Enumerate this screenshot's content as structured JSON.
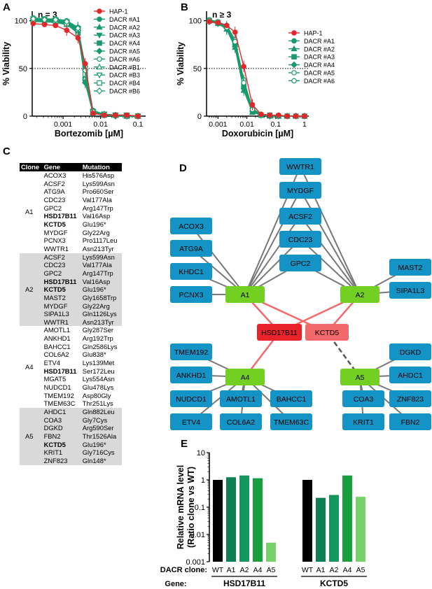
{
  "panels": {
    "a": "A",
    "b": "B",
    "c": "C",
    "d": "D",
    "e": "E"
  },
  "colors": {
    "red": "#e4262a",
    "green": "#1a9a6c",
    "node_blue": "#1493c7",
    "node_green": "#73cf21",
    "node_red_dark": "#e8242a",
    "node_red_light": "#f2696b"
  },
  "chart_data": [
    {
      "type": "line",
      "panel": "A",
      "annotation": "n = 3",
      "xlabel": "Bortezomib [µM]",
      "ylabel": "% Viability",
      "xscale": "log",
      "xlim": [
        0.00015,
        0.16
      ],
      "ylim": [
        0,
        110
      ],
      "xticks": [
        0.001,
        0.01,
        0.1
      ],
      "xtick_labels": [
        "0.001",
        "0.01",
        "0.1"
      ],
      "yticks": [
        0,
        50,
        100
      ],
      "reference_line_y": 50,
      "legend": [
        "HAP-1",
        "DACR #A1",
        "DACR #A2",
        "DACR #A3",
        "DACR #A4",
        "DACR #A5",
        "DACR #A6",
        "DACR #B1",
        "DACR #B3",
        "DACR #B4",
        "DACR #B6"
      ],
      "x": [
        0.00016,
        0.00032,
        0.00063,
        0.00125,
        0.0025,
        0.0039,
        0.0063,
        0.0125,
        0.025,
        0.05,
        0.1
      ],
      "series": [
        {
          "name": "HAP-1",
          "values": [
            97,
            96,
            95,
            90,
            82,
            55,
            3,
            1,
            1,
            1,
            0
          ]
        },
        {
          "name": "DACR #A1",
          "values": [
            100,
            100,
            99,
            96,
            88,
            45,
            5,
            2,
            1,
            1,
            0
          ]
        },
        {
          "name": "DACR #A2",
          "values": [
            101,
            101,
            100,
            98,
            90,
            42,
            4,
            2,
            1,
            0,
            0
          ]
        },
        {
          "name": "DACR #A3",
          "values": [
            102,
            102,
            101,
            99,
            91,
            50,
            5,
            2,
            1,
            1,
            0
          ]
        },
        {
          "name": "DACR #A4",
          "values": [
            100,
            101,
            100,
            97,
            89,
            38,
            3,
            1,
            1,
            0,
            0
          ]
        },
        {
          "name": "DACR #A5",
          "values": [
            101,
            100,
            99,
            97,
            90,
            35,
            3,
            1,
            0,
            0,
            0
          ]
        },
        {
          "name": "DACR #A6",
          "values": [
            103,
            102,
            102,
            100,
            93,
            52,
            6,
            2,
            1,
            1,
            0
          ]
        },
        {
          "name": "DACR #B1",
          "values": [
            99,
            99,
            98,
            96,
            87,
            40,
            4,
            1,
            1,
            0,
            0
          ]
        },
        {
          "name": "DACR #B3",
          "values": [
            100,
            100,
            100,
            98,
            92,
            47,
            4,
            2,
            1,
            0,
            0
          ]
        },
        {
          "name": "DACR #B4",
          "values": [
            101,
            101,
            100,
            97,
            91,
            44,
            5,
            2,
            1,
            1,
            0
          ]
        },
        {
          "name": "DACR #B6",
          "values": [
            102,
            101,
            101,
            99,
            92,
            48,
            5,
            2,
            1,
            0,
            0
          ]
        }
      ]
    },
    {
      "type": "line",
      "panel": "B",
      "annotation": "n ≥ 3",
      "xlabel": "Doxorubicin [µM]",
      "ylabel": "% Viability",
      "xscale": "log",
      "xlim": [
        0.0004,
        1.4
      ],
      "ylim": [
        0,
        110
      ],
      "xticks": [
        0.001,
        0.01,
        0.1,
        1
      ],
      "xtick_labels": [
        "0.001",
        "0.01",
        "0.1",
        "1"
      ],
      "yticks": [
        0,
        50,
        100
      ],
      "reference_line_y": 50,
      "legend": [
        "HAP-1",
        "DACR #A1",
        "DACR #A2",
        "DACR #A3",
        "DACR #A4",
        "DACR #A5",
        "DACR #A6"
      ],
      "x": [
        0.0005,
        0.001,
        0.002,
        0.0039,
        0.0078,
        0.0156,
        0.031,
        0.0625,
        0.125,
        0.25,
        0.5,
        1
      ],
      "series": [
        {
          "name": "HAP-1",
          "values": [
            99,
            98,
            95,
            88,
            52,
            12,
            2,
            1,
            1,
            0,
            0,
            0
          ]
        },
        {
          "name": "DACR #A1",
          "values": [
            101,
            98,
            93,
            75,
            30,
            5,
            1,
            1,
            0,
            0,
            0,
            0
          ]
        },
        {
          "name": "DACR #A2",
          "values": [
            100,
            97,
            91,
            72,
            27,
            4,
            1,
            0,
            0,
            0,
            0,
            0
          ]
        },
        {
          "name": "DACR #A3",
          "values": [
            100,
            98,
            94,
            77,
            33,
            6,
            1,
            1,
            0,
            0,
            0,
            0
          ]
        },
        {
          "name": "DACR #A4",
          "values": [
            99,
            97,
            92,
            73,
            29,
            5,
            1,
            0,
            0,
            0,
            0,
            0
          ]
        },
        {
          "name": "DACR #A5",
          "values": [
            101,
            99,
            95,
            80,
            38,
            8,
            2,
            1,
            0,
            0,
            0,
            0
          ]
        },
        {
          "name": "DACR #A6",
          "values": [
            100,
            98,
            93,
            78,
            35,
            7,
            1,
            1,
            0,
            0,
            0,
            0
          ]
        }
      ]
    },
    {
      "type": "bar",
      "panel": "E",
      "ylabel": "Relative mRNA level (Ratio clone vs WT)",
      "yscale": "log",
      "ylim": [
        0.001,
        10
      ],
      "yticks": [
        0.001,
        0.01,
        0.1,
        1,
        10
      ],
      "ytick_labels": [
        "0.001",
        "0.01",
        "0.1",
        "1",
        "10"
      ],
      "row_labels": {
        "clone": "DACR clone:",
        "gene": "Gene:"
      },
      "groups": [
        {
          "gene": "HSD17B11",
          "categories": [
            "WT",
            "A1",
            "A2",
            "A4",
            "A5"
          ],
          "values": [
            1,
            1.25,
            1.45,
            1.15,
            0.005
          ]
        },
        {
          "gene": "KCTD5",
          "categories": [
            "WT",
            "A1",
            "A2",
            "A4",
            "A5"
          ],
          "values": [
            1,
            0.22,
            0.28,
            1.45,
            0.24
          ]
        }
      ],
      "bar_colors": [
        "#000000",
        "#0d7f55",
        "#15965f",
        "#1a9f3f",
        "#78d068"
      ]
    }
  ],
  "table_c": {
    "headers": [
      "Clone",
      "Gene",
      "Mutation"
    ],
    "rows": [
      {
        "clone": "A1",
        "shade": false,
        "genes": [
          [
            "ACOX3",
            "His576Asp",
            false
          ],
          [
            "ACSF2",
            "Lys599Asn",
            false
          ],
          [
            "ATG9A",
            "Pro660Ser",
            false
          ],
          [
            "CDC23",
            "Val177Ala",
            false
          ],
          [
            "GPC2",
            "Arg147Trp",
            false
          ],
          [
            "HSD17B11",
            "Val16Asp",
            true
          ],
          [
            "KCTD5",
            "Glu196*",
            true
          ],
          [
            "MYDGF",
            "Gly22Arg",
            false
          ],
          [
            "PCNX3",
            "Pro1117Leu",
            false
          ],
          [
            "WWTR1",
            "Asn213Tyr",
            false
          ]
        ]
      },
      {
        "clone": "A2",
        "shade": true,
        "genes": [
          [
            "ACSF2",
            "Lys599Asn",
            false
          ],
          [
            "CDC23",
            "Val177Ala",
            false
          ],
          [
            "GPC2",
            "Arg147Trp",
            false
          ],
          [
            "HSD17B11",
            "Val16Asp",
            true
          ],
          [
            "KCTD5",
            "Glu196*",
            true
          ],
          [
            "MAST2",
            "Gly1658Trp",
            false
          ],
          [
            "MYDGF",
            "Gly22Arg",
            false
          ],
          [
            "SIPA1L3",
            "Gln1126Lys",
            false
          ],
          [
            "WWTR1",
            "Asn213Tyr",
            false
          ]
        ]
      },
      {
        "clone": "A4",
        "shade": false,
        "genes": [
          [
            "AMOTL1",
            "Gly287Ser",
            false
          ],
          [
            "ANKHD1",
            "Arg192Trp",
            false
          ],
          [
            "BAHCC1",
            "Gln2586Lys",
            false
          ],
          [
            "COL6A2",
            "Glu838*",
            false
          ],
          [
            "ETV4",
            "Lys139Met",
            false
          ],
          [
            "HSD17B11",
            "Ser172Leu",
            true
          ],
          [
            "MGAT5",
            "Lys554Asn",
            false
          ],
          [
            "NUDCD1",
            "Glu478Lys",
            false
          ],
          [
            "TMEM192",
            "Asp80Gly",
            false
          ],
          [
            "TMEM63C",
            "Thr251Lys",
            false
          ]
        ]
      },
      {
        "clone": "A5",
        "shade": true,
        "genes": [
          [
            "AHDC1",
            "Gln882Leu",
            false
          ],
          [
            "COA3",
            "Gly7Cys",
            false
          ],
          [
            "DGKD",
            "Arg590Ser",
            false
          ],
          [
            "FBN2",
            "Thr1526Ala",
            false
          ],
          [
            "KCTD5",
            "Glu196*",
            true
          ],
          [
            "KRIT1",
            "Gly716Cys",
            false
          ],
          [
            "ZNF823",
            "Gln148*",
            false
          ]
        ]
      }
    ]
  },
  "network": {
    "nodes": [
      {
        "id": "WWTR1",
        "label": "WWTR1",
        "kind": "gene"
      },
      {
        "id": "MYDGF",
        "label": "MYDGF",
        "kind": "gene"
      },
      {
        "id": "ACSF2",
        "label": "ACSF2",
        "kind": "gene"
      },
      {
        "id": "CDC23",
        "label": "CDC23",
        "kind": "gene"
      },
      {
        "id": "GPC2",
        "label": "GPC2",
        "kind": "gene"
      },
      {
        "id": "ACOX3",
        "label": "ACOX3",
        "kind": "gene"
      },
      {
        "id": "ATG9A",
        "label": "ATG9A",
        "kind": "gene"
      },
      {
        "id": "KHDC1",
        "label": "KHDC1",
        "kind": "gene"
      },
      {
        "id": "PCNX3",
        "label": "PCNX3",
        "kind": "gene"
      },
      {
        "id": "MAST2",
        "label": "MAST2",
        "kind": "gene"
      },
      {
        "id": "SIPA1L3",
        "label": "SIPA1L3",
        "kind": "gene"
      },
      {
        "id": "A1",
        "label": "A1",
        "kind": "clone"
      },
      {
        "id": "A2",
        "label": "A2",
        "kind": "clone"
      },
      {
        "id": "HSD17B11",
        "label": "HSD17B11",
        "kind": "key1"
      },
      {
        "id": "KCTD5",
        "label": "KCTD5",
        "kind": "key2"
      },
      {
        "id": "TMEM192",
        "label": "TMEM192",
        "kind": "gene"
      },
      {
        "id": "ANKHD1",
        "label": "ANKHD1",
        "kind": "gene"
      },
      {
        "id": "A4",
        "label": "A4",
        "kind": "clone"
      },
      {
        "id": "NUDCD1",
        "label": "NUDCD1",
        "kind": "gene"
      },
      {
        "id": "AMOTL1",
        "label": "AMOTL1",
        "kind": "gene"
      },
      {
        "id": "BAHCC1",
        "label": "BAHCC1",
        "kind": "gene"
      },
      {
        "id": "ETV4",
        "label": "ETV4",
        "kind": "gene"
      },
      {
        "id": "COL6A2",
        "label": "COL6A2",
        "kind": "gene"
      },
      {
        "id": "TMEM63C",
        "label": "TMEM63C",
        "kind": "gene"
      },
      {
        "id": "DGKD",
        "label": "DGKD",
        "kind": "gene"
      },
      {
        "id": "A5",
        "label": "A5",
        "kind": "clone"
      },
      {
        "id": "AHDC1",
        "label": "AHDC1",
        "kind": "gene"
      },
      {
        "id": "COA3",
        "label": "COA3",
        "kind": "gene"
      },
      {
        "id": "ZNF823",
        "label": "ZNF823",
        "kind": "gene"
      },
      {
        "id": "KRIT1",
        "label": "KRIT1",
        "kind": "gene"
      },
      {
        "id": "FBN2",
        "label": "FBN2",
        "kind": "gene"
      }
    ],
    "edges": [
      [
        "A1",
        "WWTR1"
      ],
      [
        "A1",
        "MYDGF"
      ],
      [
        "A1",
        "ACSF2"
      ],
      [
        "A1",
        "CDC23"
      ],
      [
        "A1",
        "GPC2"
      ],
      [
        "A1",
        "ACOX3"
      ],
      [
        "A1",
        "ATG9A"
      ],
      [
        "A1",
        "KHDC1"
      ],
      [
        "A1",
        "PCNX3"
      ],
      [
        "A2",
        "WWTR1"
      ],
      [
        "A2",
        "MYDGF"
      ],
      [
        "A2",
        "ACSF2"
      ],
      [
        "A2",
        "CDC23"
      ],
      [
        "A2",
        "GPC2"
      ],
      [
        "A2",
        "MAST2"
      ],
      [
        "A2",
        "SIPA1L3"
      ],
      [
        "A1",
        "HSD17B11"
      ],
      [
        "A1",
        "KCTD5"
      ],
      [
        "A2",
        "HSD17B11"
      ],
      [
        "A2",
        "KCTD5"
      ],
      [
        "A4",
        "HSD17B11"
      ],
      [
        "A4",
        "TMEM192"
      ],
      [
        "A4",
        "ANKHD1"
      ],
      [
        "A4",
        "NUDCD1"
      ],
      [
        "A4",
        "AMOTL1"
      ],
      [
        "A4",
        "BAHCC1"
      ],
      [
        "A4",
        "ETV4"
      ],
      [
        "A4",
        "COL6A2"
      ],
      [
        "A4",
        "TMEM63C"
      ],
      [
        "A5",
        "DGKD"
      ],
      [
        "A5",
        "AHDC1"
      ],
      [
        "A5",
        "COA3"
      ],
      [
        "A5",
        "ZNF823"
      ],
      [
        "A5",
        "KRIT1"
      ],
      [
        "A5",
        "FBN2"
      ]
    ],
    "dashed_edges": [
      [
        "A5",
        "KCTD5"
      ]
    ]
  }
}
